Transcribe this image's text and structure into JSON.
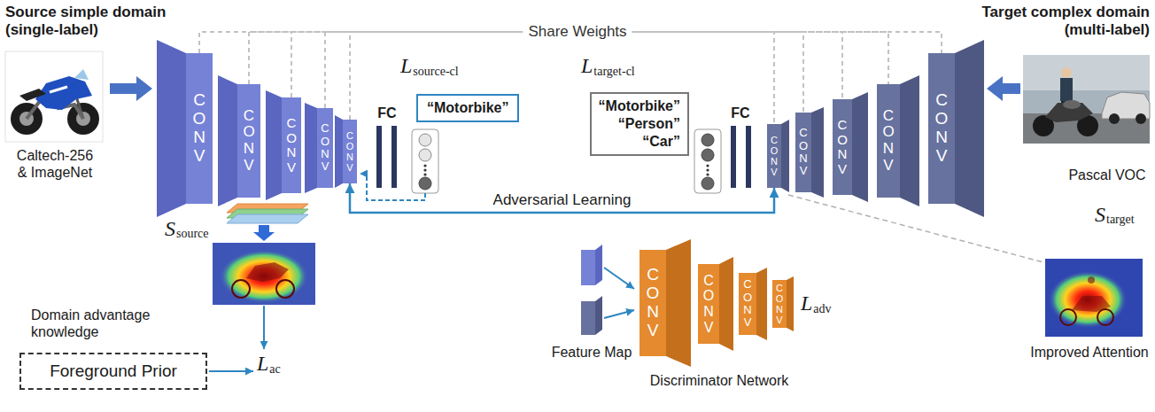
{
  "diagram": {
    "nodes": [
      {
        "text": [
          "CONV"
        ]
      },
      {
        "text": [
          "CONV"
        ]
      },
      {
        "text": [
          "CONV"
        ]
      },
      {
        "text": [
          "CONV"
        ]
      },
      {
        "text": [
          "CONV"
        ]
      },
      {
        "text": [
          "“Motorbike”"
        ]
      },
      {
        "text": [
          "“Motorbike” “Person” “Car”"
        ]
      },
      {
        "text": [
          "CONV"
        ]
      },
      {
        "text": [
          "CONV"
        ]
      },
      {
        "text": [
          "CONV"
        ]
      },
      {
        "text": [
          "CONV"
        ]
      },
      {
        "text": [
          "CONV"
        ]
      },
      {
        "text": [
          "Foreground Prior"
        ]
      },
      {
        "text": [
          "CONV"
        ]
      },
      {
        "text": [
          "CONV"
        ]
      },
      {
        "text": [
          "CONV"
        ]
      },
      {
        "text": [
          "CONV"
        ]
      }
    ],
    "edges": [
      {
        "from": 0,
        "to": 11,
        "arrow": "none"
      },
      {
        "from": 1,
        "to": 10,
        "arrow": "none"
      },
      {
        "from": 2,
        "to": 9,
        "arrow": "none"
      },
      {
        "from": 3,
        "to": 8,
        "arrow": "none"
      },
      {
        "from": 4,
        "to": 7,
        "arrow": "none"
      },
      {
        "from": 4,
        "to": 7,
        "label": "Adversarial Learning",
        "arrow": "both"
      }
    ],
    "labels": [
      "Source simple domain (single-label)",
      "Share Weights",
      "Target complex domain (multi-label)",
      "L",
      "source-cl",
      "L",
      "target-cl",
      "Caltech-256 & ImageNet",
      "FC",
      "FC",
      "Pascal VOC",
      "S",
      "source",
      "S",
      "target",
      "Domain advantage knowledge",
      "L",
      "ac",
      "Feature Map",
      "L",
      "adv",
      "Discriminator Network",
      "Improved Attention"
    ]
  }
}
